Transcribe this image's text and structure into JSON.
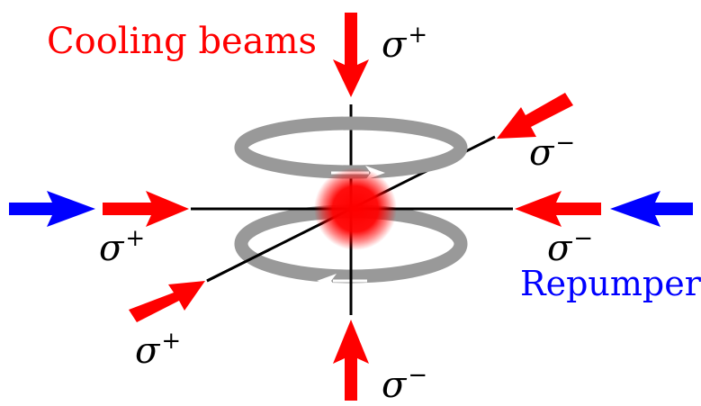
{
  "labels": {
    "cooling_beams": "Cooling beams",
    "repumper": "Repumper"
  },
  "polarizations": {
    "top": "σ+",
    "right_upper": "σ−",
    "left": "σ+",
    "right": "σ−",
    "lower_left": "σ+",
    "bottom": "σ−"
  },
  "polarization_parts": {
    "top": {
      "sym": "σ",
      "sign": "+"
    },
    "right_upper": {
      "sym": "σ",
      "sign": "−"
    },
    "left": {
      "sym": "σ",
      "sign": "+"
    },
    "right": {
      "sym": "σ",
      "sign": "−"
    },
    "lower_left": {
      "sym": "σ",
      "sign": "+"
    },
    "bottom": {
      "sym": "σ",
      "sign": "−"
    }
  },
  "colors": {
    "cooling": "#ff0000",
    "repumper": "#0000ff",
    "coil": "#999999",
    "axis": "#000000"
  }
}
